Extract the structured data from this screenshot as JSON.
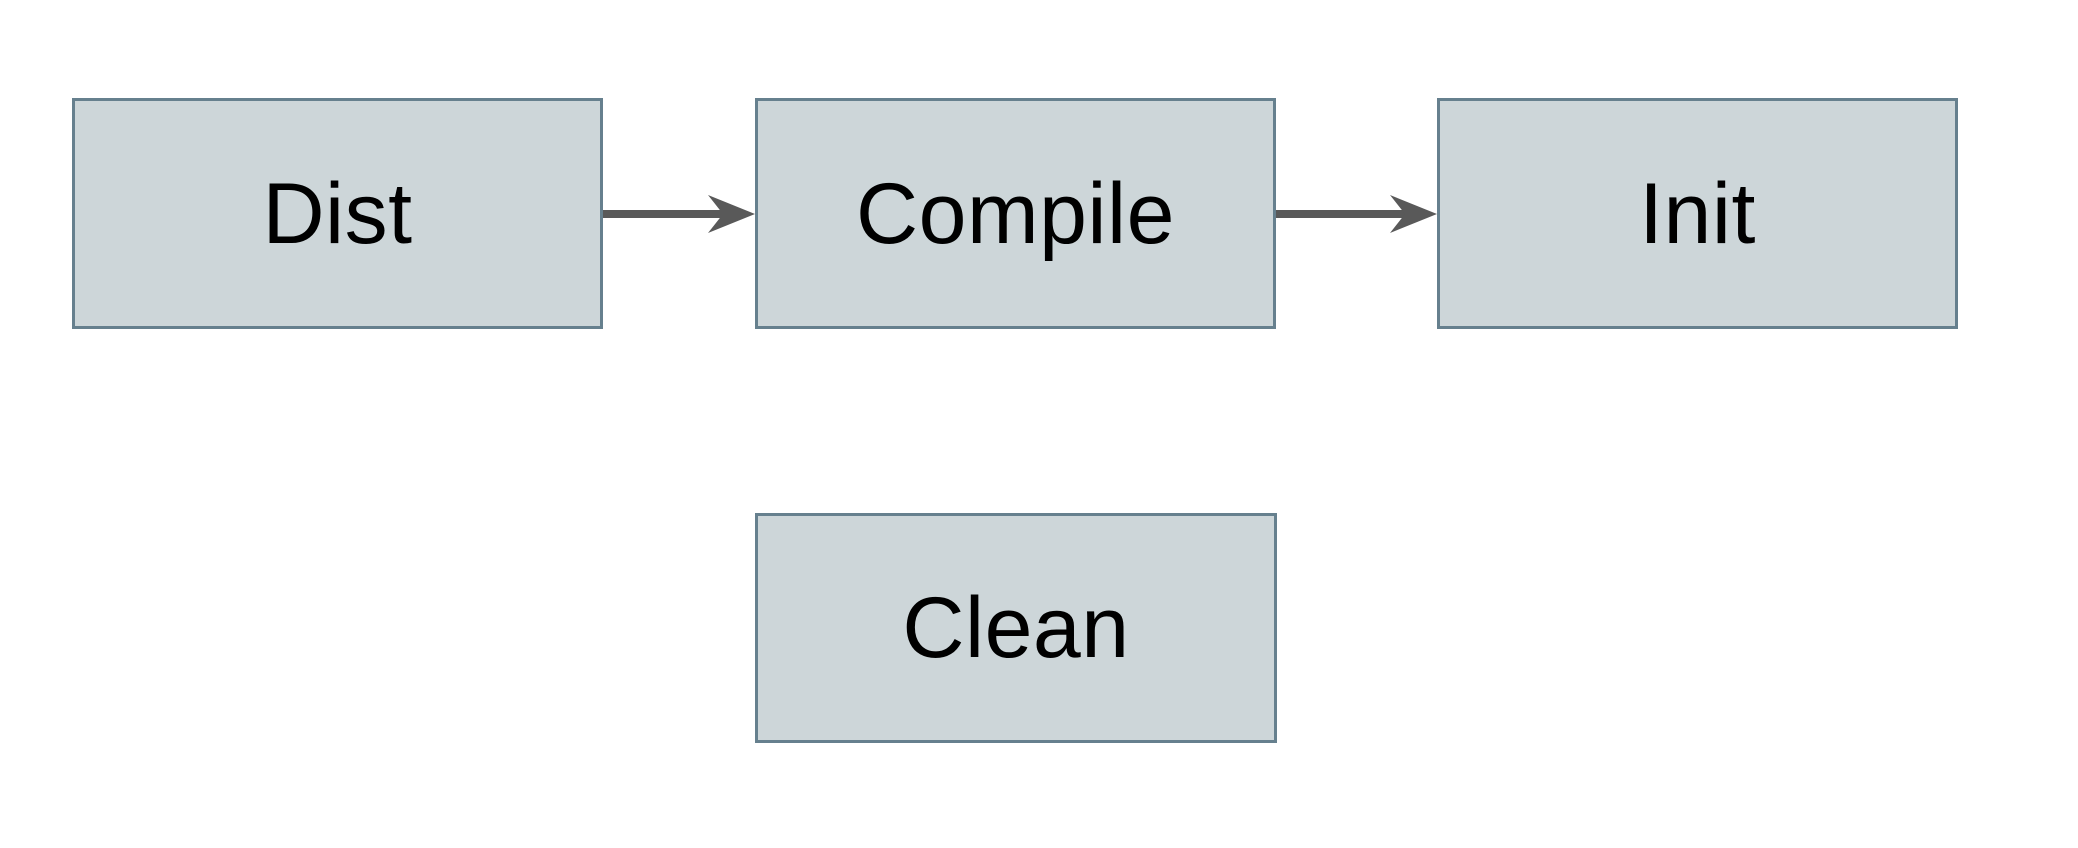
{
  "diagram": {
    "nodes": [
      {
        "id": "dist",
        "label": "Dist"
      },
      {
        "id": "compile",
        "label": "Compile"
      },
      {
        "id": "init",
        "label": "Init"
      },
      {
        "id": "clean",
        "label": "Clean"
      }
    ],
    "edges": [
      {
        "from": "Dist",
        "to": "Compile",
        "style": "solid-arrow"
      },
      {
        "from": "Compile",
        "to": "Init",
        "style": "solid-arrow"
      }
    ]
  },
  "colors": {
    "background": "#ffffff",
    "node_fill": "#cdd6d9",
    "node_border": "#66808e",
    "arrow": "#595959",
    "text": "#000000"
  }
}
